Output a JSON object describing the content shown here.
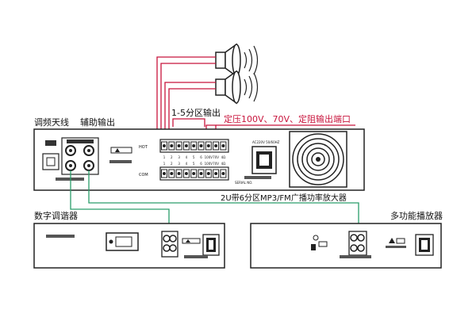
{
  "labels": {
    "antenna": "调频天线",
    "aux_out": "辅助输出",
    "zone_out": "1-5分区输出",
    "voltage_out": "定压100V、70V、定阻输出端口",
    "amp_title": "2U带6分区MP3/FM广播功率放大器",
    "tuner": "数字调谐器",
    "player": "多功能播放器",
    "hot": "HOT",
    "com": "COM",
    "power_label": "AC220V 50/60HZ",
    "serial_label": "SERIAL NO."
  },
  "terminals": {
    "numbers": [
      "1",
      "2",
      "3",
      "4",
      "5",
      "6"
    ],
    "line_labels": [
      "100V",
      "70V",
      "4Ω"
    ]
  },
  "colors": {
    "line_red": "#c8143c",
    "line_green": "#2a9d6a",
    "outline": "#222222"
  }
}
